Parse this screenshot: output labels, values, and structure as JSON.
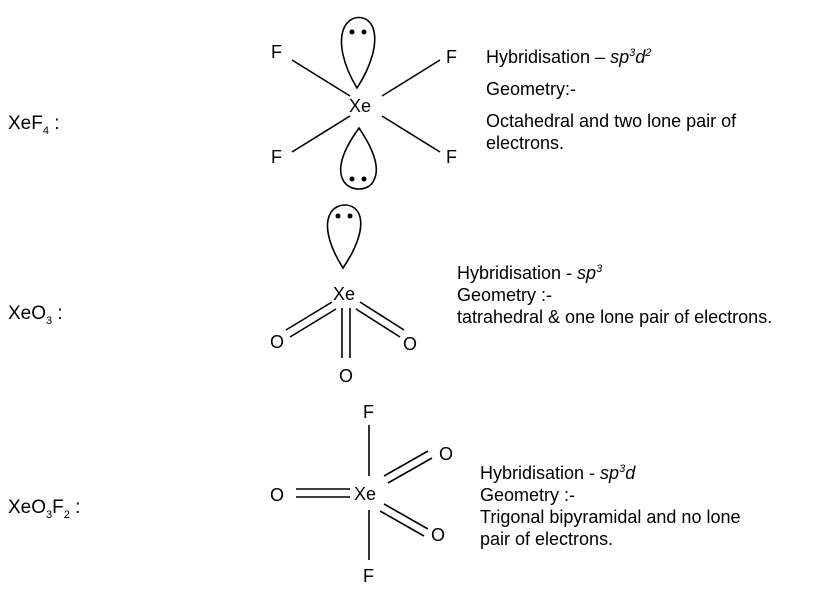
{
  "molecules": [
    {
      "formula": {
        "prefix": "XeF",
        "sub1": "4",
        "mid": "",
        "sub2": "",
        "suffix": " :"
      },
      "center": "Xe",
      "atoms": [
        "F",
        "F",
        "F",
        "F"
      ],
      "hybrid_label": "Hybridisation – ",
      "hybrid": {
        "a": "sp",
        "b": "3",
        "c": "d",
        "d": "2"
      },
      "geometry_label": "Geometry:-",
      "description_lines": [
        "Octahedral and two lone pair of",
        "electrons."
      ]
    },
    {
      "formula": {
        "prefix": "XeO",
        "sub1": "3",
        "mid": "",
        "sub2": "",
        "suffix": " :"
      },
      "center": "Xe",
      "atoms": [
        "O",
        "O",
        "O"
      ],
      "hybrid_label": "Hybridisation - ",
      "hybrid": {
        "a": "sp",
        "b": "3",
        "c": "",
        "d": ""
      },
      "geometry_label": "Geometry :-",
      "description_lines": [
        "tatrahedral & one lone pair of electrons."
      ]
    },
    {
      "formula": {
        "prefix": "XeO",
        "sub1": "3",
        "mid": "F",
        "sub2": "2",
        "suffix": " :"
      },
      "center": "Xe",
      "atoms": [
        "F",
        "O",
        "O",
        "O",
        "F"
      ],
      "hybrid_label": "Hybridisation - ",
      "hybrid": {
        "a": "sp",
        "b": "3",
        "c": "d",
        "d": ""
      },
      "geometry_label": "Geometry :-",
      "description_lines": [
        "Trigonal bipyramidal and no lone",
        "pair of electrons."
      ]
    }
  ]
}
